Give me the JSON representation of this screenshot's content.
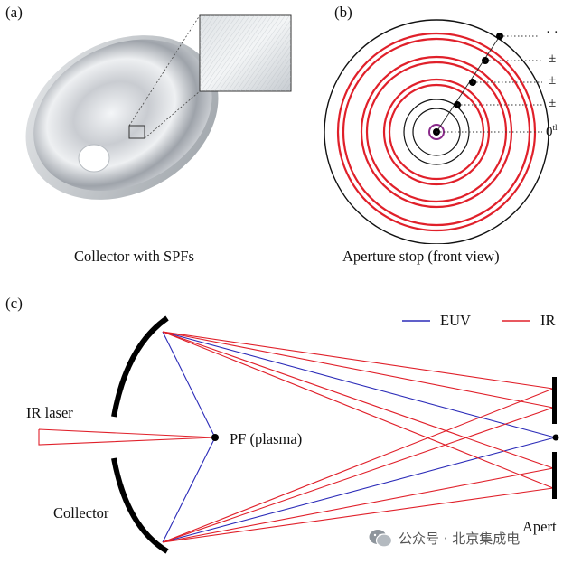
{
  "panel_a": {
    "label": "(a)",
    "caption": "Collector with SPFs"
  },
  "panel_b": {
    "label": "(b)",
    "caption": "Aperture stop (front view)",
    "orders": [
      {
        "text": "· ·"
      },
      {
        "text": "±"
      },
      {
        "text": "±"
      },
      {
        "text": "±"
      },
      {
        "text": "0",
        "sup": "tl"
      }
    ]
  },
  "panel_c": {
    "label": "(c)",
    "legend": [
      {
        "name": "EUV",
        "color": "#2b2bb8"
      },
      {
        "name": "IR",
        "color": "#e0202a"
      }
    ],
    "ir_laser_label": "IR laser",
    "collector_label": "Collector",
    "focus_label": "PF (plasma)",
    "aperture_label": "Apert"
  },
  "watermark": {
    "text": "公众号 · 北京集成电"
  },
  "colors": {
    "euv": "#2b2bb8",
    "ir": "#e0202a",
    "ring_red": "#e0202a",
    "ring_black": "#111111",
    "zero_order_ring": "#8a2a8a"
  }
}
